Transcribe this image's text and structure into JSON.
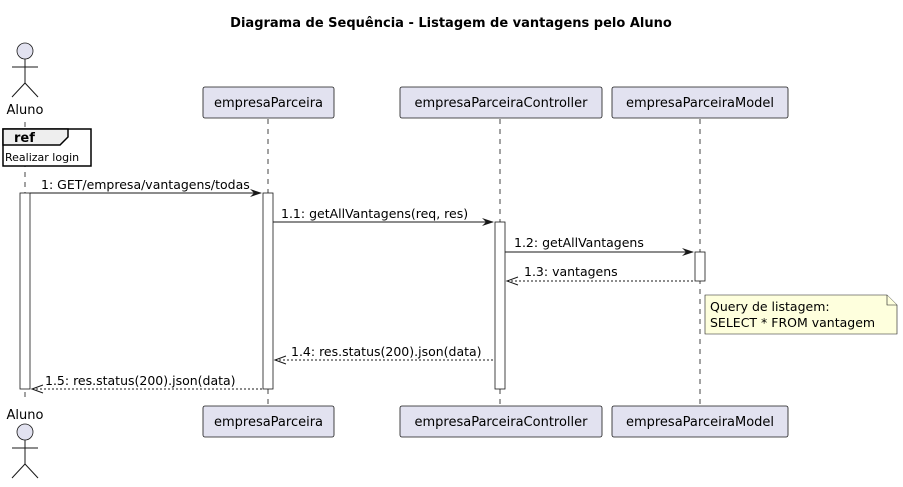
{
  "title": "Diagrama de Sequência - Listagem de vantagens pelo Aluno",
  "participants": {
    "actor": "Aluno",
    "p1": "empresaParceira",
    "p2": "empresaParceiraController",
    "p3": "empresaParceiraModel"
  },
  "ref": {
    "tag": "ref",
    "label": "Realizar login"
  },
  "messages": [
    "1: GET/empresa/vantagens/todas",
    "1.1: getAllVantagens(req, res)",
    "1.2: getAllVantagens",
    "1.3: vantagens",
    "1.4: res.status(200).json(data)",
    "1.5: res.status(200).json(data)"
  ],
  "note": {
    "line1": "Query de listagem:",
    "line2": "SELECT * FROM vantagem"
  }
}
